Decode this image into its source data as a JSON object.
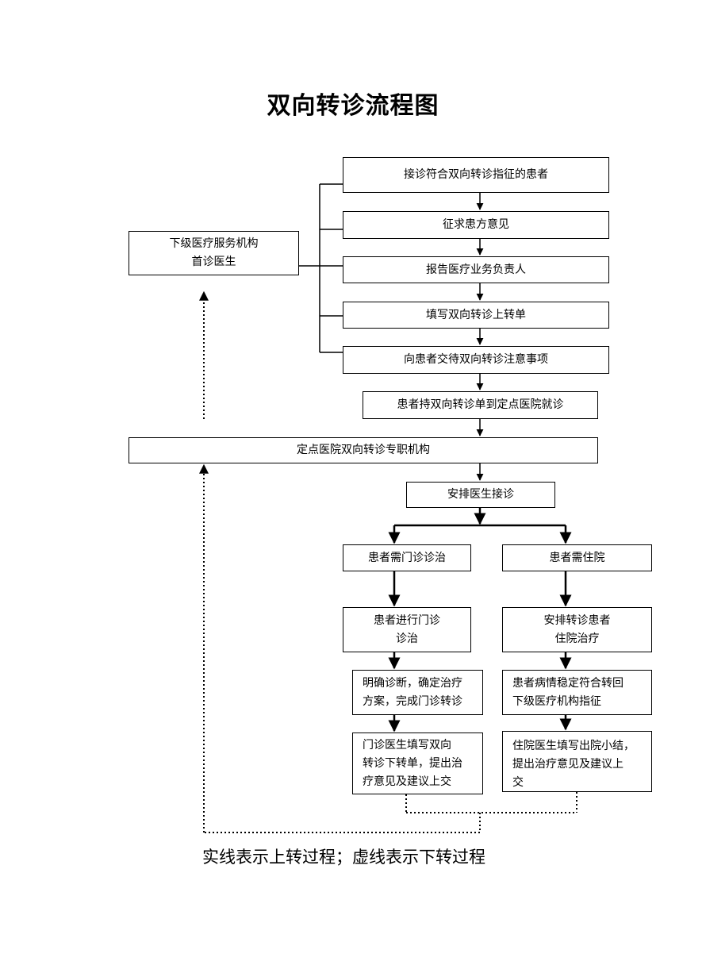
{
  "title": "双向转诊流程图",
  "nodes": {
    "n1": "接诊符合双向转诊指征的患者",
    "n2": "征求患方意见",
    "n3": "报告医疗业务负责人",
    "n4": "填写双向转诊上转单",
    "n5": "向患者交待双向转诊注意事项",
    "n6": "患者持双向转诊单到定点医院就诊",
    "lower": "下级医疗服务机构\n首诊医生",
    "center": "定点医院双向转诊专职机构",
    "arrange": "安排医生接诊",
    "outpatient": "患者需门诊诊治",
    "inpatient": "患者需住院",
    "op_treat": "患者进行门诊\n诊治",
    "ip_arrange": "安排转诊患者\n住院治疗",
    "op_diag": "明确诊断，确定治疗\n方案，完成门诊转诊",
    "ip_stable": "患者病情稳定符合转回\n下级医疗机构指征",
    "op_doctor": "门诊医生填写双向\n转诊下转单，提出治\n疗意见及建议上交",
    "ip_doctor": "住院医生填写出院小结，\n提出治疗意见及建议上\n交"
  },
  "note": "实线表示上转过程；虚线表示下转过程"
}
